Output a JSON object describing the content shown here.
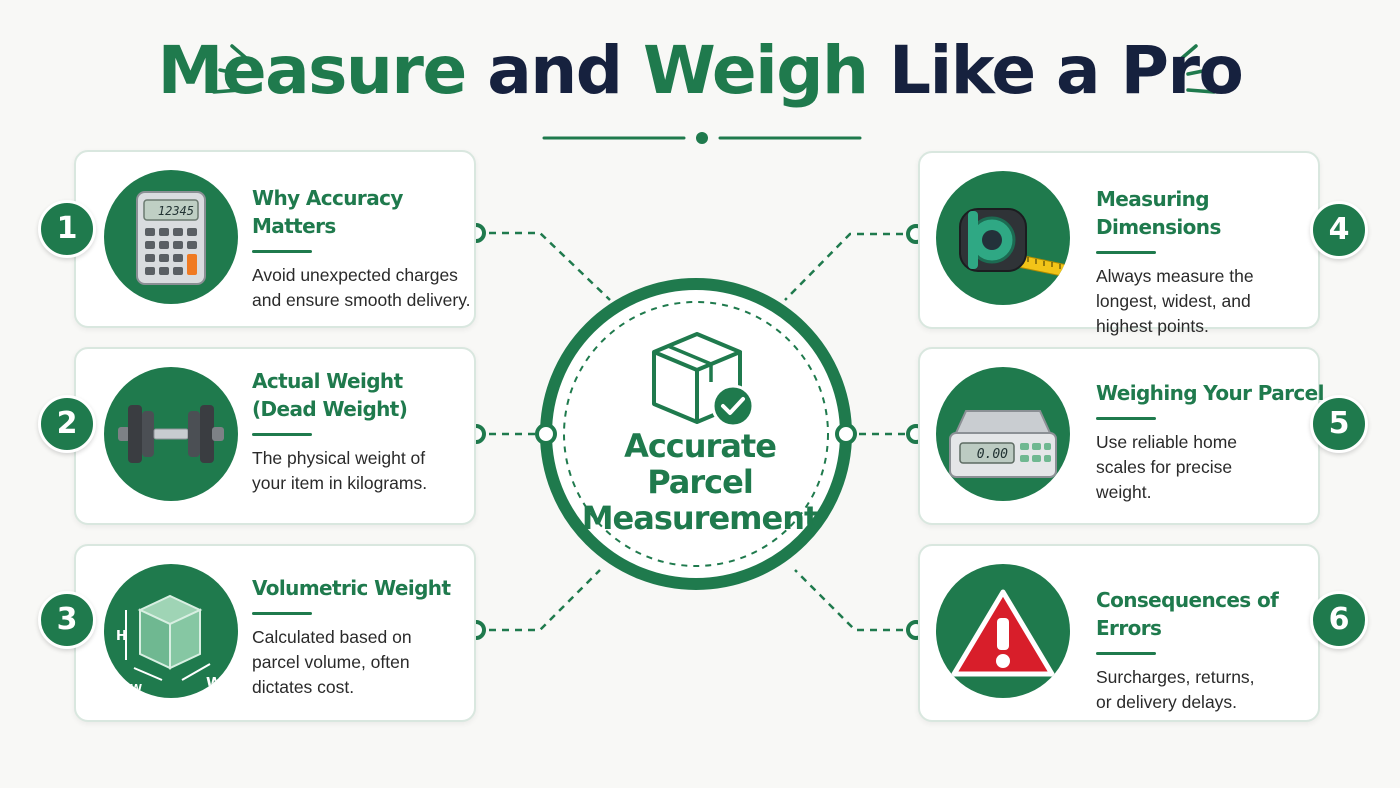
{
  "title": {
    "part1": "Measure",
    "part2": "and",
    "part3": "Weigh",
    "part4": "Like a Pro"
  },
  "center": {
    "line1": "Accurate",
    "line2": "Parcel",
    "line3": "Measurement",
    "icon": "box-check-icon"
  },
  "colors": {
    "accent": "#1f7a4d",
    "navy": "#16213e",
    "warning": "#d81e2a",
    "tape": "#f2c418"
  },
  "cards": [
    {
      "number": "1",
      "title": "Why Accuracy Matters",
      "desc": [
        "Avoid unexpected charges",
        "and ensure smooth delivery."
      ],
      "icon": "calculator-icon",
      "calc_display": "12345"
    },
    {
      "number": "2",
      "title": "Actual Weight",
      "title2": "(Dead Weight)",
      "desc": [
        "The physical weight of",
        "your item in kilograms."
      ],
      "icon": "dumbbell-icon"
    },
    {
      "number": "3",
      "title": "Volumetric Weight",
      "desc": [
        "Calculated based on",
        "parcel volume, often",
        "dictates cost."
      ],
      "icon": "cube-dimensions-icon",
      "dim_labels": [
        "H",
        "W",
        "W"
      ]
    },
    {
      "number": "4",
      "title": "Measuring Dimensions",
      "desc": [
        "Always measure the",
        "longest, widest, and",
        "highest points."
      ],
      "icon": "tape-measure-icon"
    },
    {
      "number": "5",
      "title": "Weighing Your Parcel",
      "desc": [
        "Use reliable home",
        "scales for precise",
        "weight."
      ],
      "icon": "kitchen-scale-icon",
      "scale_display": "0.00"
    },
    {
      "number": "6",
      "title": "Consequences of Errors",
      "desc": [
        "Surcharges, returns,",
        "or delivery delays."
      ],
      "icon": "warning-icon"
    }
  ]
}
